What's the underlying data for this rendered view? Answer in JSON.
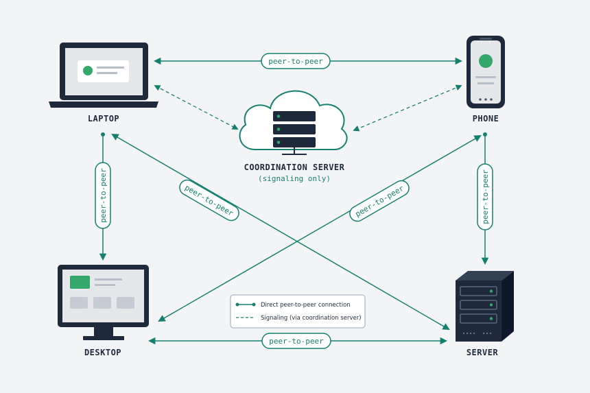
{
  "nodes": {
    "laptop": {
      "label": "LAPTOP"
    },
    "phone": {
      "label": "PHONE"
    },
    "desktop": {
      "label": "DESKTOP"
    },
    "server": {
      "label": "SERVER"
    },
    "coordination": {
      "label": "COORDINATION SERVER",
      "sublabel": "(signaling only)"
    }
  },
  "connections": {
    "top": "peer-to-peer",
    "bottom": "peer-to-peer",
    "left": "peer-to-peer",
    "right": "peer-to-peer",
    "diag_laptop_server": "peer-to-peer",
    "diag_desktop_phone": "peer-to-peer"
  },
  "legend": {
    "direct": "Direct peer-to-peer connection",
    "signaling": "Signaling (via coordination server)"
  },
  "colors": {
    "accent": "#15806e",
    "dark": "#1e293b",
    "indicator": "#34a86a",
    "background": "#f3f4f6"
  }
}
